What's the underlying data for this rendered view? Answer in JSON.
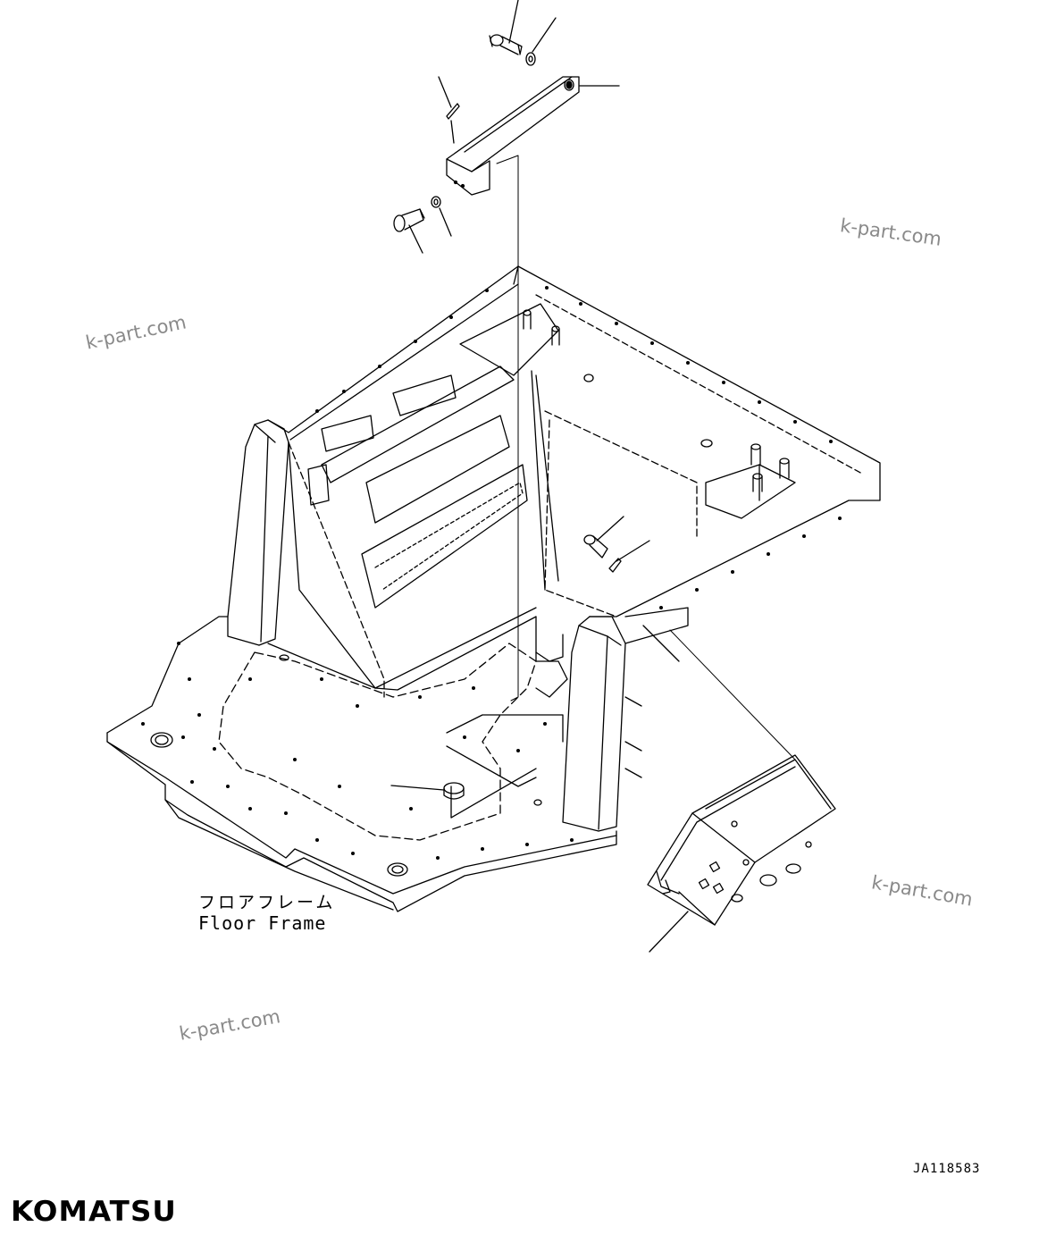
{
  "labels": {
    "floor_frame_jp": "フロアフレーム",
    "floor_frame_en": "Floor Frame"
  },
  "drawing_code": "JA118583",
  "watermark": "k-part.com",
  "brand": "KOMATSU",
  "colors": {
    "line": "#000000",
    "watermark": "#8a8a8a",
    "background": "#ffffff"
  }
}
